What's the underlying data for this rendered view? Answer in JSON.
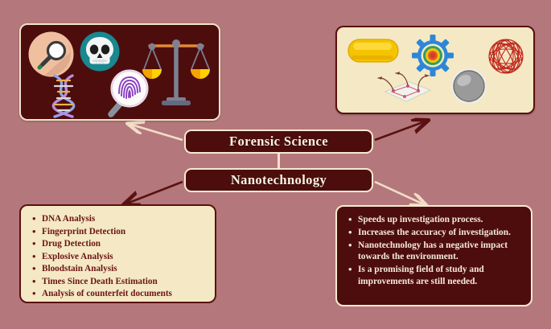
{
  "diagram": {
    "title_nodes": {
      "forensic_science": "Forensic Science",
      "nanotechnology": "Nanotechnology"
    },
    "colors": {
      "background": "#b4787c",
      "dark_maroon": "#4d0d0d",
      "cream": "#f4e9c4",
      "cream_border": "#f7e9d2",
      "maroon_border": "#5a1111",
      "text_on_cream": "#6b1414",
      "text_on_maroon": "#f6eada"
    },
    "forensic_image_box": {
      "name": "forensic-science-illustration",
      "icons": [
        "magnifying-glass-icon",
        "skull-icon",
        "scales-of-justice-icon",
        "dna-helix-icon",
        "fingerprint-magnifier-icon"
      ]
    },
    "nano_image_box": {
      "name": "nanotechnology-illustration",
      "icons": [
        "nanocapsule-icon",
        "gear-nanoparticle-icon",
        "nanowire-chip-icon",
        "nanosphere-icon",
        "buckyball-tangle-icon"
      ]
    },
    "applications_box": {
      "name": "forensic-applications-list",
      "items": [
        "DNA Analysis",
        "Fingerprint Detection",
        "Drug Detection",
        "Explosive Analysis",
        "Bloodstain Analysis",
        "Times Since Death Estimation",
        "Analysis of counterfeit documents"
      ]
    },
    "impact_box": {
      "name": "nanotechnology-impact-list",
      "items": [
        "Speeds up investigation process.",
        "Increases the accuracy of investigation.",
        "Nanotechnology has a negative impact towards the environment.",
        "Is a promising field of study and improvements are still needed."
      ]
    },
    "connectors": [
      {
        "name": "arrow-forensic-to-illustration",
        "color": "#f2ddc6",
        "from": "forensic-science-pill",
        "to": "forensic-image-box"
      },
      {
        "name": "arrow-nano-to-illustration",
        "color": "#5a1111",
        "from": "forensic-science-pill",
        "to": "nano-image-box"
      },
      {
        "name": "arrow-nano-to-applications",
        "color": "#5a1111",
        "from": "nanotechnology-pill",
        "to": "applications-box"
      },
      {
        "name": "arrow-nano-to-impact",
        "color": "#f2ddc6",
        "from": "nanotechnology-pill",
        "to": "impact-box"
      },
      {
        "name": "connector-forensic-to-nano",
        "color": "#f4e2cb",
        "from": "forensic-science-pill",
        "to": "nanotechnology-pill"
      }
    ]
  }
}
